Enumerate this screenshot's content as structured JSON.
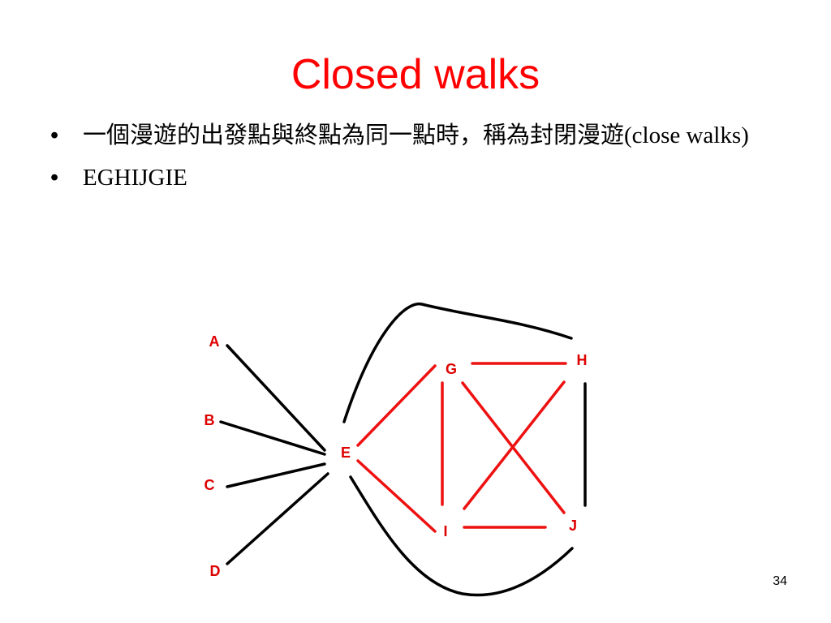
{
  "slide": {
    "title": "Closed walks",
    "bullets": [
      "一個漫遊的出發點與終點為同一點時，稱為封閉漫遊(close walks)",
      "EGHIJGIE"
    ],
    "bullet_symbol": "•",
    "page_number": "34"
  },
  "graph": {
    "colors": {
      "walk_edge": "#ee1111",
      "other_edge": "#000000",
      "label": "#dd0000"
    },
    "nodes": [
      "A",
      "B",
      "C",
      "D",
      "E",
      "G",
      "H",
      "I",
      "J"
    ],
    "edges": [
      {
        "from": "A",
        "to": "E",
        "style": "straight",
        "in_walk": false
      },
      {
        "from": "B",
        "to": "E",
        "style": "straight",
        "in_walk": false
      },
      {
        "from": "C",
        "to": "E",
        "style": "straight",
        "in_walk": false
      },
      {
        "from": "D",
        "to": "E",
        "style": "straight",
        "in_walk": false
      },
      {
        "from": "E",
        "to": "H",
        "style": "curve-upper",
        "in_walk": false
      },
      {
        "from": "E",
        "to": "J",
        "style": "curve-lower",
        "in_walk": false
      },
      {
        "from": "H",
        "to": "J",
        "style": "straight",
        "in_walk": false
      },
      {
        "from": "E",
        "to": "G",
        "style": "straight",
        "in_walk": true
      },
      {
        "from": "E",
        "to": "I",
        "style": "straight",
        "in_walk": true
      },
      {
        "from": "G",
        "to": "H",
        "style": "straight",
        "in_walk": true
      },
      {
        "from": "G",
        "to": "I",
        "style": "straight",
        "in_walk": true
      },
      {
        "from": "G",
        "to": "J",
        "style": "straight",
        "in_walk": true
      },
      {
        "from": "H",
        "to": "I",
        "style": "straight",
        "in_walk": true
      },
      {
        "from": "I",
        "to": "J",
        "style": "straight",
        "in_walk": true
      }
    ]
  }
}
